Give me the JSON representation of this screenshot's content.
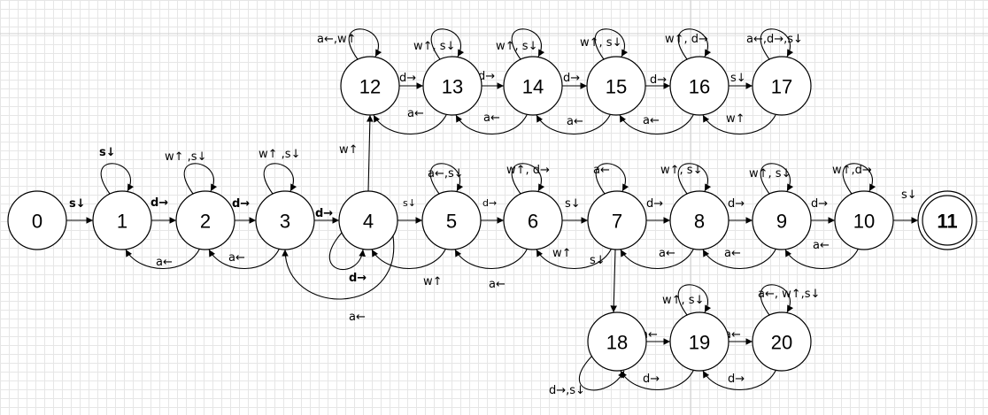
{
  "states": [
    {
      "id": "s0",
      "label": "0"
    },
    {
      "id": "s1",
      "label": "1"
    },
    {
      "id": "s2",
      "label": "2"
    },
    {
      "id": "s3",
      "label": "3"
    },
    {
      "id": "s4",
      "label": "4"
    },
    {
      "id": "s5",
      "label": "5"
    },
    {
      "id": "s6",
      "label": "6"
    },
    {
      "id": "s7",
      "label": "7"
    },
    {
      "id": "s8",
      "label": "8"
    },
    {
      "id": "s9",
      "label": "9"
    },
    {
      "id": "s10",
      "label": "10"
    },
    {
      "id": "s11",
      "label": "11",
      "accepting": true
    },
    {
      "id": "s12",
      "label": "12"
    },
    {
      "id": "s13",
      "label": "13"
    },
    {
      "id": "s14",
      "label": "14"
    },
    {
      "id": "s15",
      "label": "15"
    },
    {
      "id": "s16",
      "label": "16"
    },
    {
      "id": "s17",
      "label": "17"
    },
    {
      "id": "s18",
      "label": "18"
    },
    {
      "id": "s19",
      "label": "19"
    },
    {
      "id": "s20",
      "label": "20"
    }
  ],
  "transitions": [
    {
      "from": "0",
      "to": "1",
      "label": "s↓"
    },
    {
      "from": "1",
      "to": "1",
      "label": "s↓"
    },
    {
      "from": "1",
      "to": "2",
      "label": "d→"
    },
    {
      "from": "2",
      "to": "2",
      "label": "w↑ ,s↓"
    },
    {
      "from": "2",
      "to": "1",
      "label": "a←"
    },
    {
      "from": "2",
      "to": "3",
      "label": "d→"
    },
    {
      "from": "3",
      "to": "3",
      "label": "w↑ ,s↓"
    },
    {
      "from": "3",
      "to": "2",
      "label": "a←"
    },
    {
      "from": "3",
      "to": "4",
      "label": "d→"
    },
    {
      "from": "4",
      "to": "4",
      "label": "d→"
    },
    {
      "from": "4",
      "to": "3",
      "label": "a←"
    },
    {
      "from": "4",
      "to": "12",
      "label": "w↑"
    },
    {
      "from": "4",
      "to": "5",
      "label": "s↓"
    },
    {
      "from": "5",
      "to": "5",
      "label": "a←,s↓"
    },
    {
      "from": "5",
      "to": "4",
      "label": "w↑"
    },
    {
      "from": "5",
      "to": "6",
      "label": "d→"
    },
    {
      "from": "6",
      "to": "6",
      "label": "w↑, d→"
    },
    {
      "from": "6",
      "to": "5",
      "label": "a←"
    },
    {
      "from": "6",
      "to": "7",
      "label": "s↓"
    },
    {
      "from": "7",
      "to": "7",
      "label": "a←"
    },
    {
      "from": "7",
      "to": "6",
      "label": "w↑"
    },
    {
      "from": "7",
      "to": "18",
      "label": "s↓"
    },
    {
      "from": "7",
      "to": "8",
      "label": "d→"
    },
    {
      "from": "8",
      "to": "8",
      "label": "w↑, s↓"
    },
    {
      "from": "8",
      "to": "7",
      "label": "a←"
    },
    {
      "from": "8",
      "to": "9",
      "label": "d→"
    },
    {
      "from": "9",
      "to": "9",
      "label": "w↑, s↓"
    },
    {
      "from": "9",
      "to": "8",
      "label": "a←"
    },
    {
      "from": "9",
      "to": "10",
      "label": "d→"
    },
    {
      "from": "10",
      "to": "10",
      "label": "w↑,d→"
    },
    {
      "from": "10",
      "to": "9",
      "label": "a←"
    },
    {
      "from": "10",
      "to": "11",
      "label": "s↓"
    },
    {
      "from": "12",
      "to": "12",
      "label": "a←,w↑"
    },
    {
      "from": "12",
      "to": "13",
      "label": "d→"
    },
    {
      "from": "13",
      "to": "13",
      "label": "w↑, s↓"
    },
    {
      "from": "13",
      "to": "12",
      "label": "a←"
    },
    {
      "from": "13",
      "to": "14",
      "label": "d→"
    },
    {
      "from": "14",
      "to": "14",
      "label": "w↑, s↓"
    },
    {
      "from": "14",
      "to": "13",
      "label": "a←"
    },
    {
      "from": "14",
      "to": "15",
      "label": "d→"
    },
    {
      "from": "15",
      "to": "15",
      "label": "w↑, s↓"
    },
    {
      "from": "15",
      "to": "14",
      "label": "a←"
    },
    {
      "from": "15",
      "to": "16",
      "label": "d→"
    },
    {
      "from": "16",
      "to": "16",
      "label": "w↑, d→"
    },
    {
      "from": "16",
      "to": "15",
      "label": "a←"
    },
    {
      "from": "16",
      "to": "17",
      "label": "s↓"
    },
    {
      "from": "17",
      "to": "17",
      "label": "a←,d→,s↓"
    },
    {
      "from": "17",
      "to": "16",
      "label": "w↑"
    },
    {
      "from": "18",
      "to": "18",
      "label": "d→,s↓"
    },
    {
      "from": "18",
      "to": "19",
      "label": "a←"
    },
    {
      "from": "19",
      "to": "19",
      "label": "w↑, s↓"
    },
    {
      "from": "19",
      "to": "18",
      "label": "d→"
    },
    {
      "from": "19",
      "to": "20",
      "label": "a←"
    },
    {
      "from": "20",
      "to": "20",
      "label": "a←, w↑,s↓"
    },
    {
      "from": "20",
      "to": "19",
      "label": "d→"
    }
  ]
}
